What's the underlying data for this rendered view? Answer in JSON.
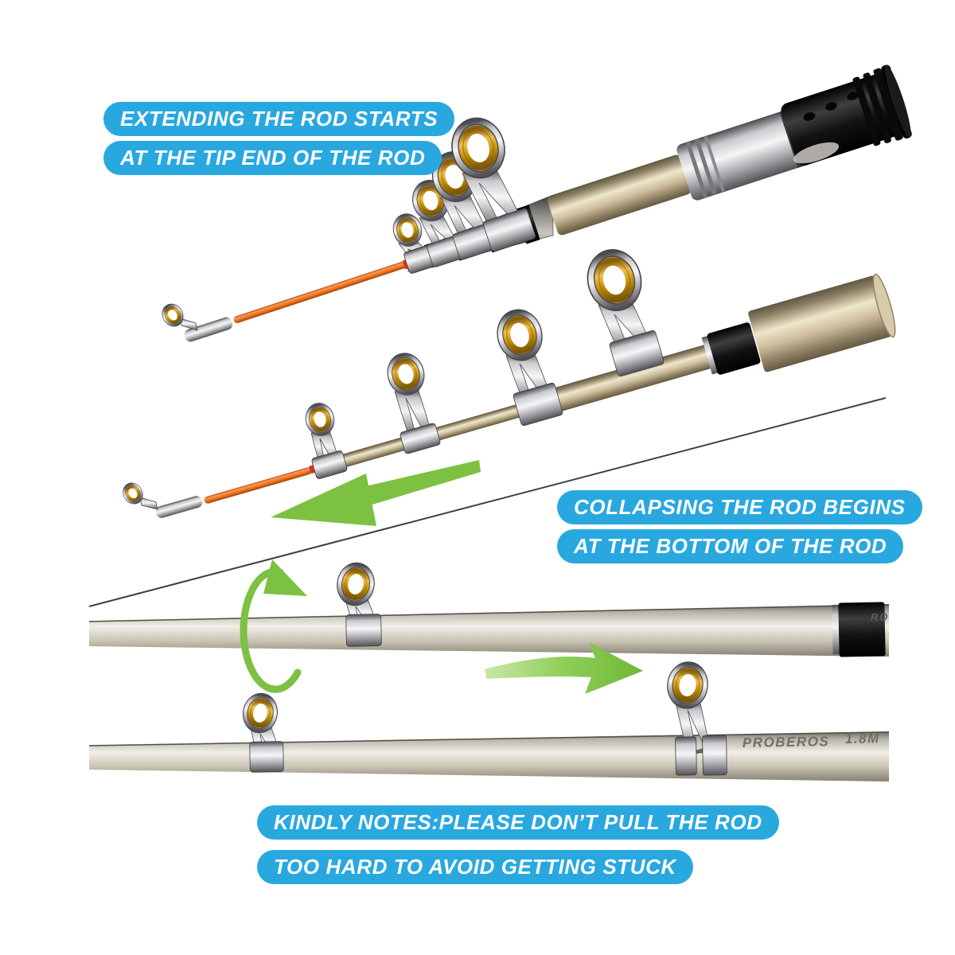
{
  "image": {
    "kind": "telescopic-fishing-rod-instruction-graphic",
    "background": "#ffffff"
  },
  "callouts": {
    "extend": {
      "line1": "EXTENDING THE ROD STARTS",
      "line2": "AT THE TIP END OF THE ROD"
    },
    "collapse": {
      "line1": "COLLAPSING THE ROD BEGINS",
      "line2": "AT THE BOTTOM OF THE ROD"
    },
    "note": {
      "line1": "KINDLY NOTES:PLEASE DON’T PULL THE ROD",
      "line2": "TOO HARD TO AVOID GETTING STUCK"
    }
  },
  "rod_markings": {
    "brand": "PROBEROS",
    "length": "1.8M",
    "partial": "RO"
  },
  "icons": {
    "collapse_direction": "arrow-left-icon",
    "rotate_to_unlock": "rotate-arrow-icon",
    "extend_direction": "arrow-right-icon"
  },
  "colors": {
    "banner_blue": "#29a8e0",
    "arrow_green": "#7cc142",
    "tip_orange": "#f4791e",
    "guide_gold": "#c8920a",
    "rod_champagne": "#cbbb9a",
    "rod_silver": "#cac4b4",
    "handle_black": "#121214"
  }
}
